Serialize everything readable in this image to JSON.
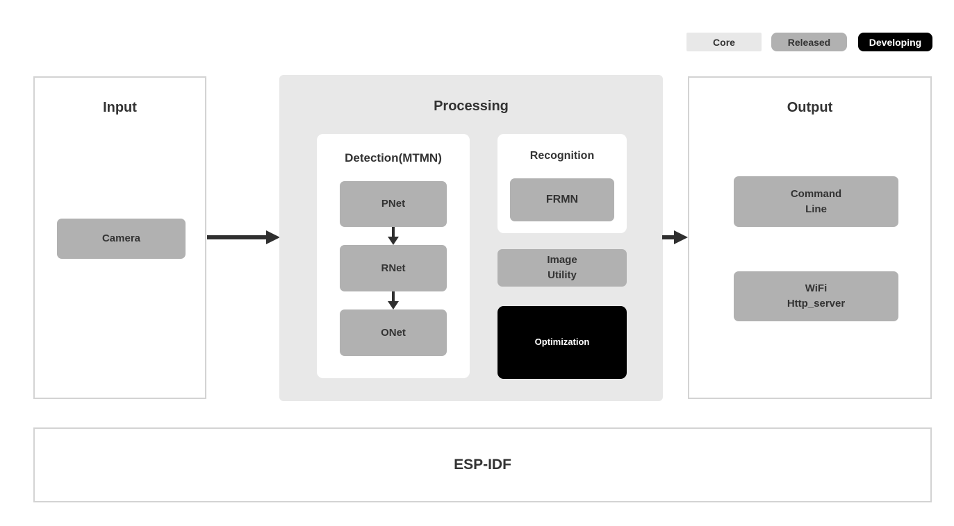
{
  "colors": {
    "page_bg": "#ffffff",
    "light_gray": "#e8e8e8",
    "gray_node": "#b1b1b1",
    "black_node": "#000000",
    "panel_border": "#d3d3d3",
    "text_dark": "#333333",
    "arrow": "#2f2f2f"
  },
  "legend": {
    "items": [
      {
        "label": "Core"
      },
      {
        "label": "Released"
      },
      {
        "label": "Developing"
      }
    ]
  },
  "input": {
    "title": "Input",
    "camera_label": "Camera"
  },
  "processing": {
    "title": "Processing",
    "detection": {
      "title": "Detection(MTMN)",
      "nodes": [
        "PNet",
        "RNet",
        "ONet"
      ]
    },
    "recognition": {
      "title": "Recognition",
      "node": "FRMN"
    },
    "image_utility_label": "Image\nUtility",
    "optimization_label": "Optimization"
  },
  "output": {
    "title": "Output",
    "command_line_label": "Command\nLine",
    "wifi_label": "WiFi\nHttp_server"
  },
  "foundation": {
    "label": "ESP-IDF"
  }
}
